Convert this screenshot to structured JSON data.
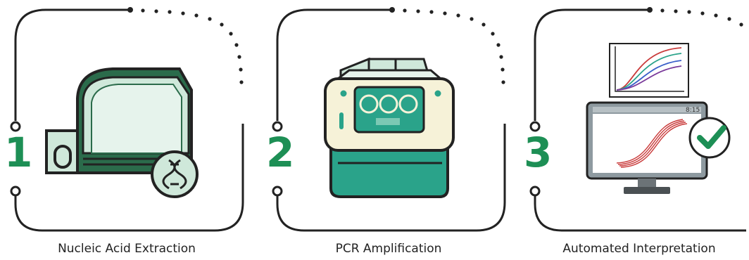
{
  "steps": [
    {
      "number": "1",
      "label": "Nucleic Acid Extraction",
      "icon": "extraction-instrument-icon"
    },
    {
      "number": "2",
      "label": "PCR Amplification",
      "icon": "thermal-cycler-icon"
    },
    {
      "number": "3",
      "label": "Automated Interpretation",
      "icon": "monitor-with-curves-icon"
    }
  ],
  "monitor": {
    "clock": "8:15"
  },
  "colors": {
    "accent_green": "#1d8f55",
    "mint": "#cfe8da",
    "teal": "#2aa38a",
    "cream": "#f6f2d8",
    "line": "#222222",
    "curve_red": "#c93a3a"
  }
}
